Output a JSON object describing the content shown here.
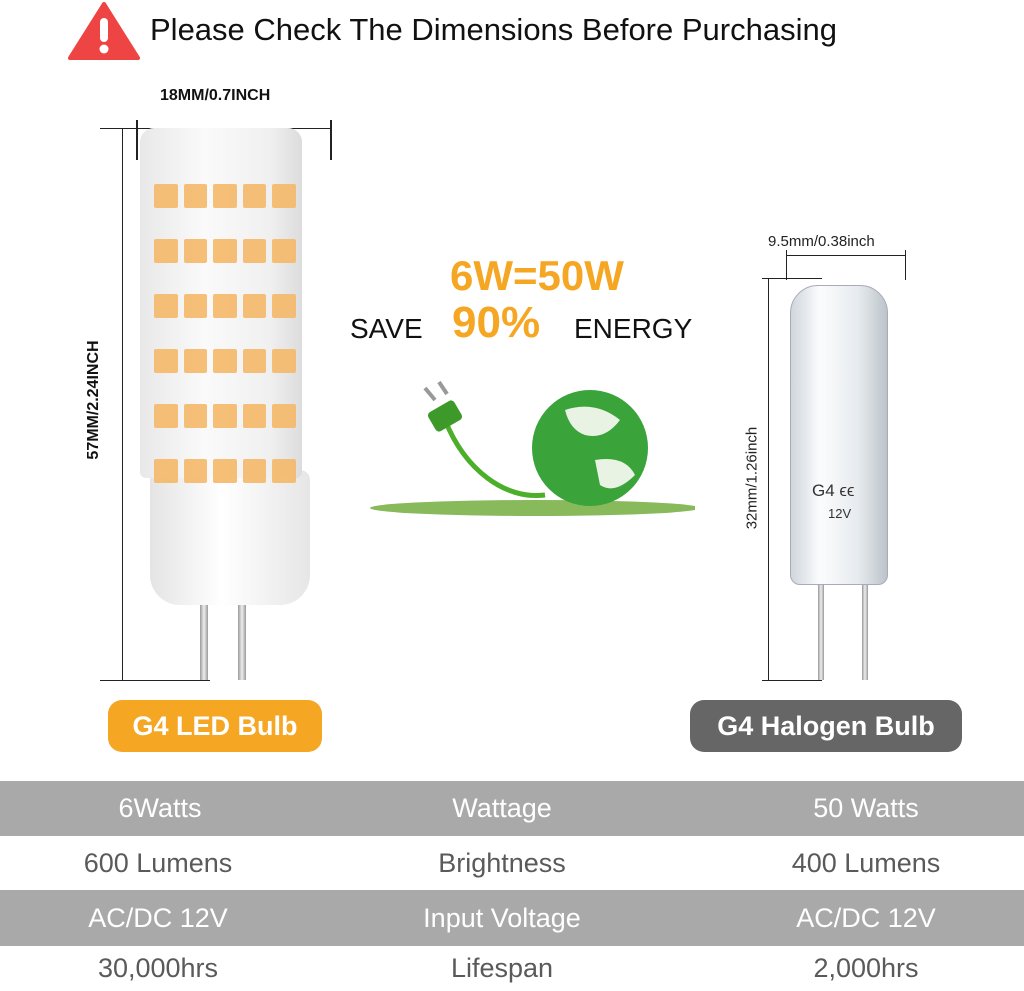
{
  "header": {
    "title": "Please Check The Dimensions Before Purchasing",
    "icon": "warning-icon",
    "icon_color": "#ee4444"
  },
  "led": {
    "width_label": "18MM/0.7INCH",
    "height_label": "57MM/2.24INCH",
    "badge": "G4 LED Bulb",
    "badge_color": "#f5a623"
  },
  "halogen": {
    "width_label": "9.5mm/0.38inch",
    "height_label": "32mm/1.26inch",
    "marking": "G4 ϵϵ",
    "voltage_mark": "12V",
    "badge": "G4 Halogen Bulb",
    "badge_color": "#666666"
  },
  "promo": {
    "equation": "6W=50W",
    "save": "SAVE",
    "percent": "90%",
    "energy": "ENERGY",
    "accent": "#f5a623"
  },
  "table": {
    "rows": [
      {
        "left": "6Watts",
        "mid": "Wattage",
        "right": "50 Watts"
      },
      {
        "left": "600 Lumens",
        "mid": "Brightness",
        "right": "400 Lumens"
      },
      {
        "left": "AC/DC 12V",
        "mid": "Input Voltage",
        "right": "AC/DC 12V"
      },
      {
        "left": "30,000hrs",
        "mid": "Lifespan",
        "right": "2,000hrs"
      }
    ]
  }
}
